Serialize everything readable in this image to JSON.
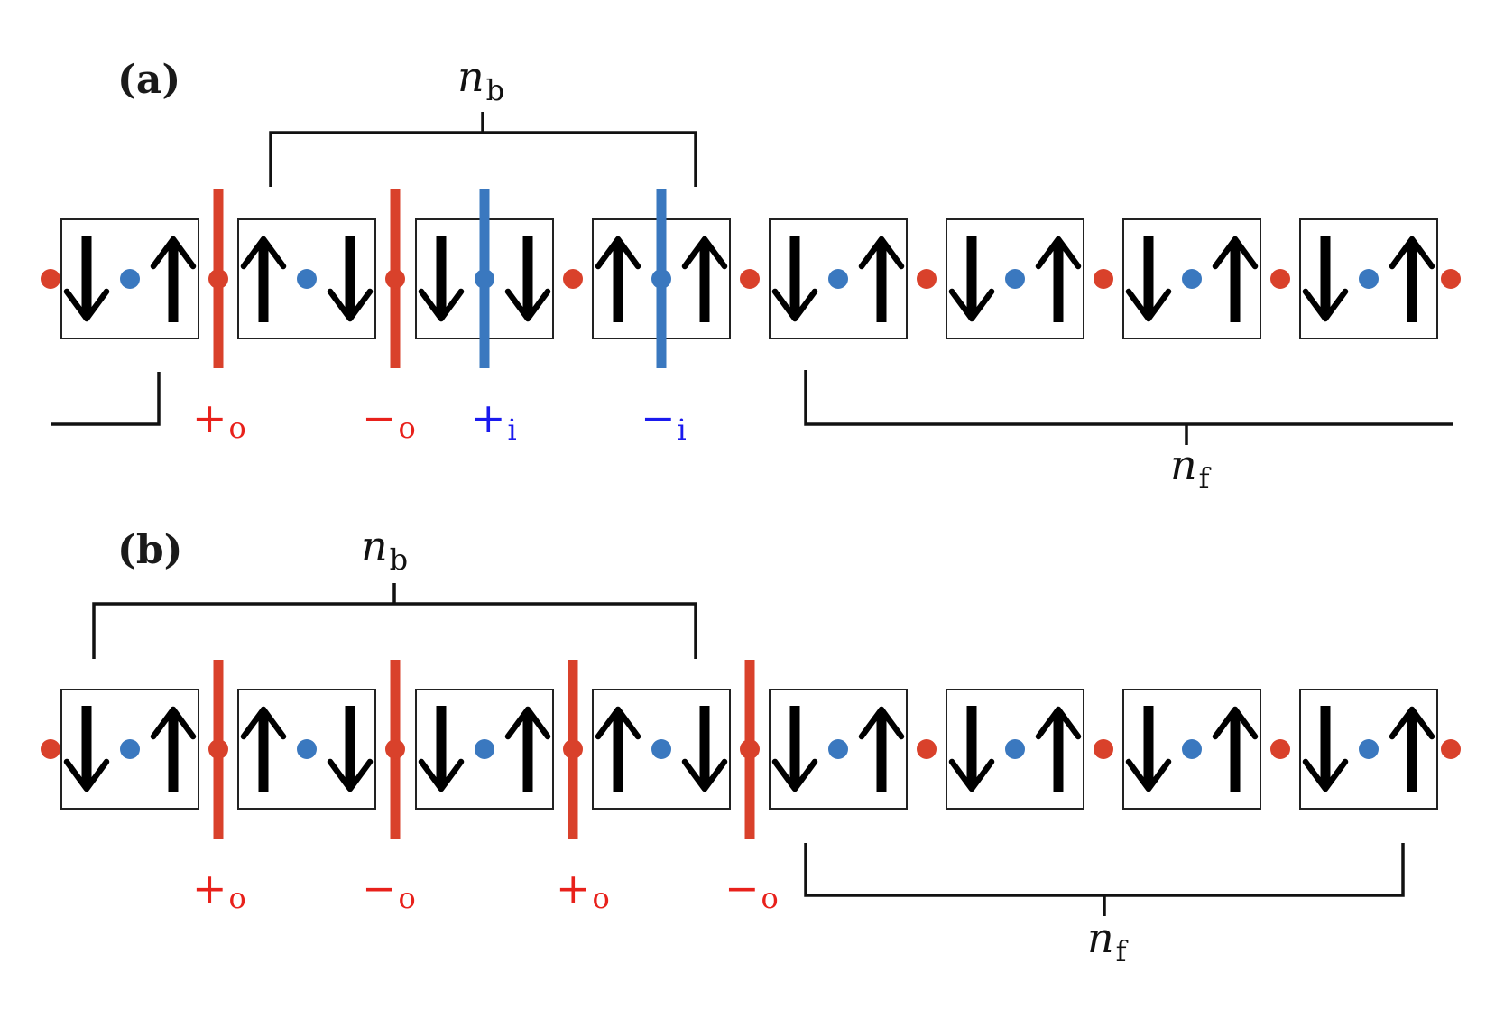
{
  "colors": {
    "outer": "#d9412b",
    "inner": "#3a78bf",
    "outer_label": "#e8211b",
    "inner_label": "#1a1aee",
    "ink": "#111111"
  },
  "symbols": {
    "up": "↑",
    "down": "↓"
  },
  "panels": [
    {
      "id": "a",
      "label": "(a)",
      "cells": [
        {
          "left": "down",
          "right": "up"
        },
        {
          "left": "up",
          "right": "down"
        },
        {
          "left": "down",
          "right": "down"
        },
        {
          "left": "up",
          "right": "up"
        },
        {
          "left": "down",
          "right": "up"
        },
        {
          "left": "down",
          "right": "up"
        },
        {
          "left": "down",
          "right": "up"
        },
        {
          "left": "down",
          "right": "up"
        }
      ],
      "walls": [
        {
          "kind": "outer",
          "sign": "+",
          "sub": "o"
        },
        {
          "kind": "outer",
          "sign": "−",
          "sub": "o"
        },
        {
          "kind": "inner",
          "sign": "+",
          "sub": "i"
        },
        {
          "kind": "inner",
          "sign": "−",
          "sub": "i"
        }
      ],
      "nb": {
        "symbol": "n",
        "sub": "b"
      },
      "nf": {
        "symbol": "n",
        "sub": "f"
      }
    },
    {
      "id": "b",
      "label": "(b)",
      "cells": [
        {
          "left": "down",
          "right": "up"
        },
        {
          "left": "up",
          "right": "down"
        },
        {
          "left": "down",
          "right": "up"
        },
        {
          "left": "up",
          "right": "down"
        },
        {
          "left": "down",
          "right": "up"
        },
        {
          "left": "down",
          "right": "up"
        },
        {
          "left": "down",
          "right": "up"
        },
        {
          "left": "down",
          "right": "up"
        }
      ],
      "walls": [
        {
          "kind": "outer",
          "sign": "+",
          "sub": "o"
        },
        {
          "kind": "outer",
          "sign": "−",
          "sub": "o"
        },
        {
          "kind": "outer",
          "sign": "+",
          "sub": "o"
        },
        {
          "kind": "outer",
          "sign": "−",
          "sub": "o"
        }
      ],
      "nb": {
        "symbol": "n",
        "sub": "b"
      },
      "nf": {
        "symbol": "n",
        "sub": "f"
      }
    }
  ]
}
